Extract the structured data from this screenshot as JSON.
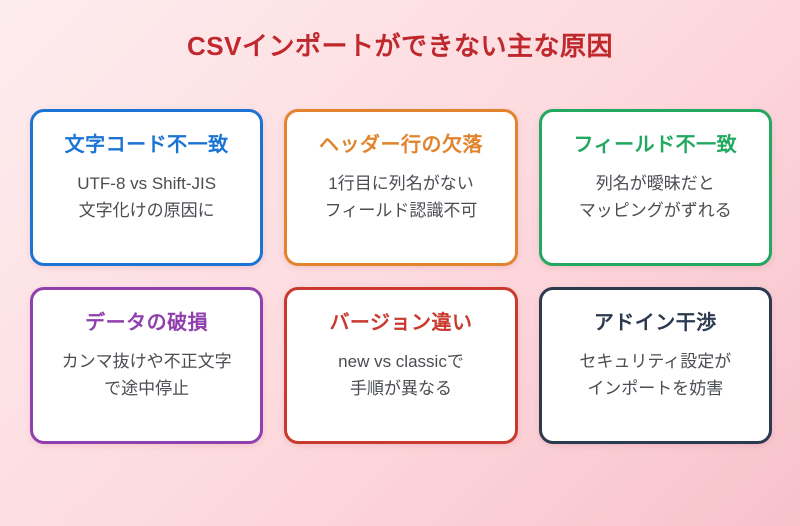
{
  "page": {
    "title": "CSVインポートができない主な原因",
    "title_color": "#bf282c",
    "background_start": "#fdecee",
    "background_end": "#f8c1cb"
  },
  "cards": [
    {
      "title": "文字コード不一致",
      "color": "#1b74d3",
      "lines": [
        "UTF-8 vs Shift-JIS",
        "文字化けの原因に"
      ]
    },
    {
      "title": "ヘッダー行の欠落",
      "color": "#e2842e",
      "lines": [
        "1行目に列名がない",
        "フィールド認識不可"
      ]
    },
    {
      "title": "フィールド不一致",
      "color": "#23a860",
      "lines": [
        "列名が曖昧だと",
        "マッピングがずれる"
      ]
    },
    {
      "title": "データの破損",
      "color": "#9040ae",
      "lines": [
        "カンマ抜けや不正文字",
        "で途中停止"
      ]
    },
    {
      "title": "バージョン違い",
      "color": "#c9392e",
      "lines": [
        "new vs classicで",
        "手順が異なる"
      ]
    },
    {
      "title": "アドイン干渉",
      "color": "#2c3a50",
      "lines": [
        "セキュリティ設定が",
        "インポートを妨害"
      ]
    }
  ]
}
